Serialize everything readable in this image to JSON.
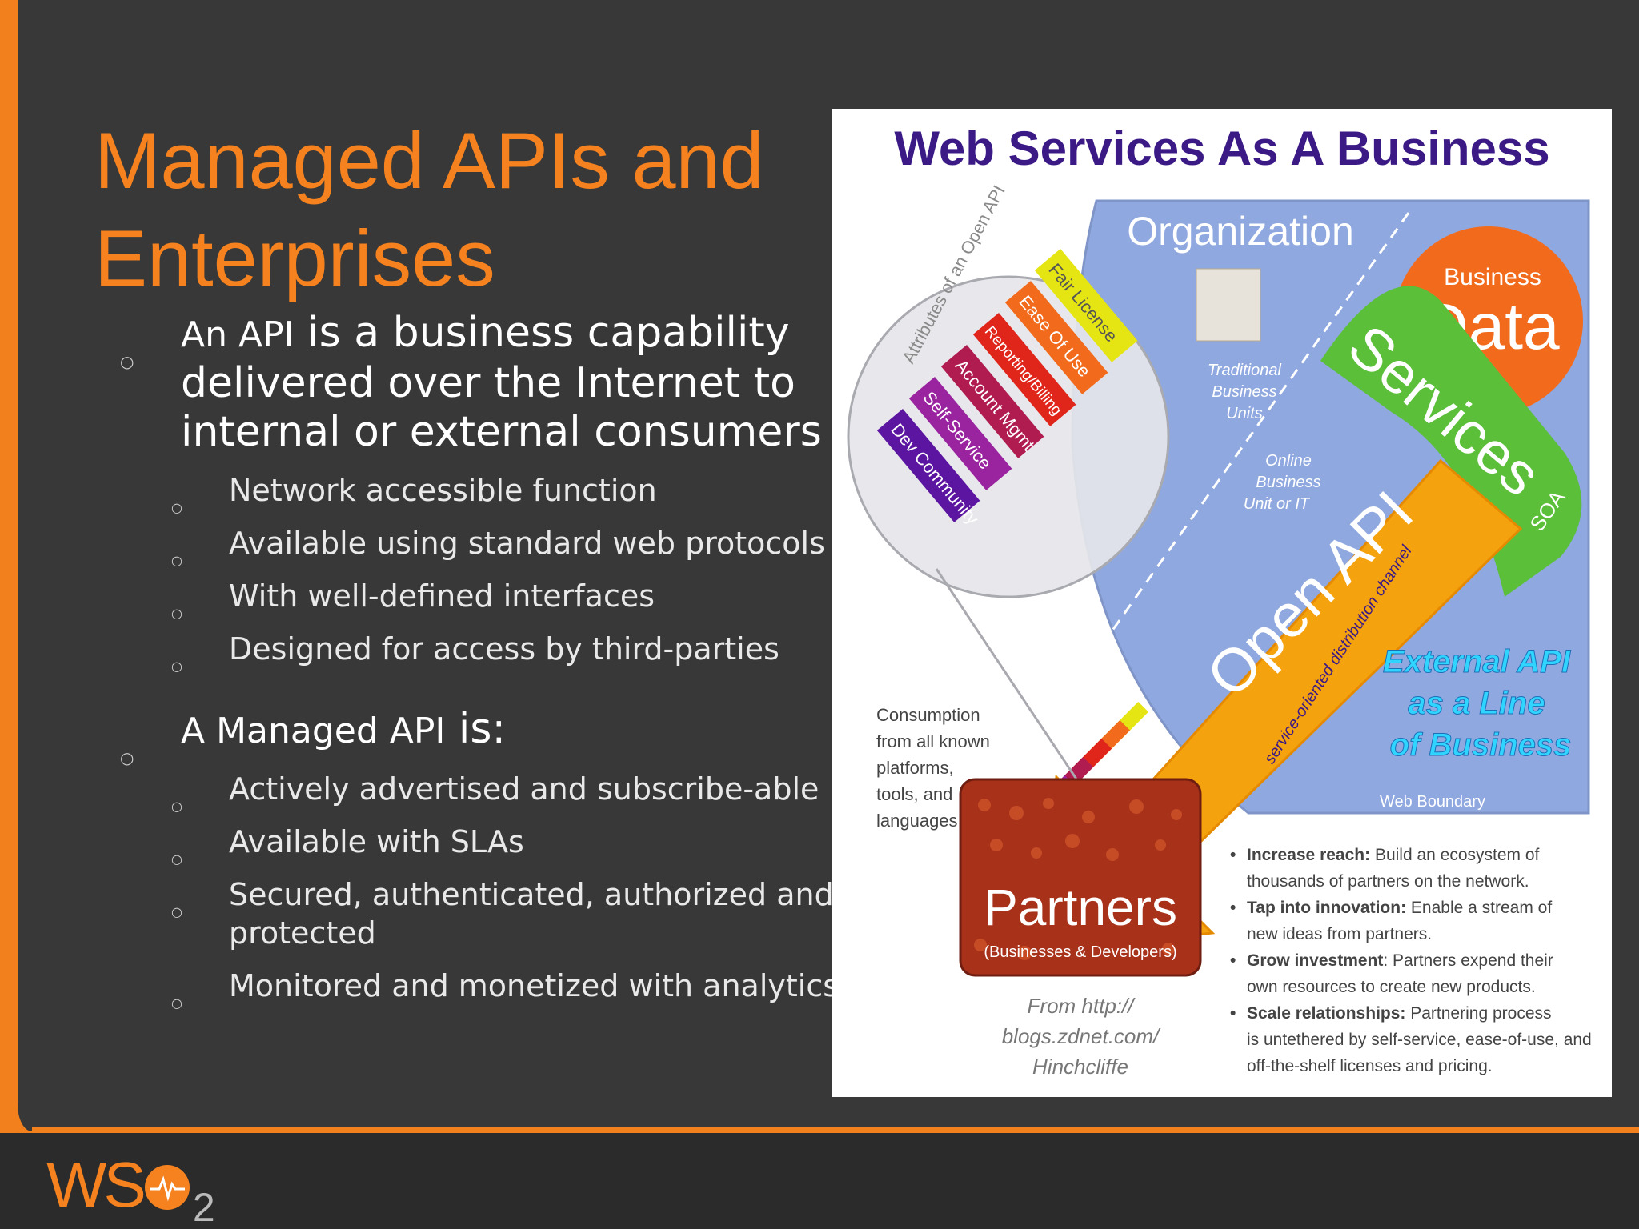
{
  "slide": {
    "title_line1": "Managed APIs and",
    "title_line2": "Enterprises",
    "bullet1": {
      "lead": "An API",
      "text": " is a business capability delivered over the Internet to internal or external consumers",
      "subs": [
        "Network accessible function",
        "Available using standard web protocols",
        "With well-defined interfaces",
        "Designed for access by third-parties"
      ]
    },
    "bullet2": {
      "lead": "A Managed API",
      "text": " is:",
      "subs": [
        "Actively advertised and subscribe-able",
        "Available with SLAs",
        "Secured, authenticated, authorized and protected",
        "Monitored and monetized with analytics"
      ]
    },
    "bullet_marker": "○"
  },
  "figure": {
    "heading": "Web Services As A Business",
    "organization": "Organization",
    "business": "Business",
    "data": "Data",
    "services": "Services",
    "soa": "SOA",
    "open_api": "Open API",
    "channel": "service-oriented distribution channel",
    "traditional": [
      "Traditional",
      "Business",
      "Units"
    ],
    "online": [
      "Online",
      "Business",
      "Unit or IT"
    ],
    "attributes": "Attributes of an Open API",
    "stripes": [
      "Fair License",
      "Ease Of Use",
      "Reporting/Billing",
      "Account Mgmt",
      "Self-Service",
      "Dev Community"
    ],
    "external": [
      "External API",
      "as a Line",
      "of Business"
    ],
    "web_boundary": "Web Boundary",
    "consumption": [
      "Consumption",
      "from all known",
      "platforms,",
      "tools, and",
      "languages"
    ],
    "partners": "Partners",
    "partners_sub": "(Businesses & Developers)",
    "source": [
      "From http://",
      "blogs.zdnet.com/",
      "Hinchcliffe"
    ],
    "benefits": [
      {
        "head": "Increase reach:",
        "text": " Build an ecosystem of",
        "line2": "thousands of partners on the network."
      },
      {
        "head": "Tap into innovation:",
        "text": " Enable a stream of",
        "line2": "new ideas from partners."
      },
      {
        "head": "Grow investment",
        "text": ": Partners expend their",
        "line2": "own resources to create new products."
      },
      {
        "head": "Scale relationships:",
        "text": " Partnering process",
        "line2": "is untethered by self-service, ease-of-use, and",
        "line3": "off-the-shelf licenses and pricing."
      }
    ],
    "colors": {
      "heading": "#3b1a86",
      "org_bg": "#8fa8e0",
      "data": "#f26b1d",
      "services": "#5bbf3a",
      "open_api": "#f5a20f",
      "external": "#2fd4ff"
    }
  },
  "footer": {
    "logo_ws": "WS",
    "logo_two": "2"
  }
}
